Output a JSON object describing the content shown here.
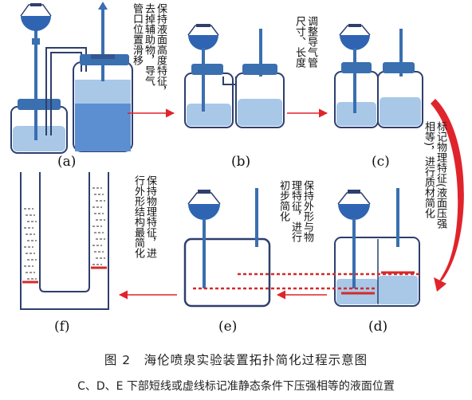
{
  "panels": {
    "a": "(a)",
    "b": "(b)",
    "c": "(c)",
    "d": "(d)",
    "e": "(e)",
    "f": "(f)"
  },
  "notes": {
    "a_to_b": [
      "保持液面高度特征，",
      "去掉辅助物，导气",
      "管口位置滑移"
    ],
    "b_to_c": [
      "调整导气管",
      "尺寸、长度"
    ],
    "c_to_d": [
      "标记物理特征(液面压强",
      "相等)，进行质材简化"
    ],
    "d_to_e": [
      "保持外形与物",
      "理特征，进行",
      "初步简化"
    ],
    "e_to_f": [
      "保持物理特征，进",
      "行外形结构最简化"
    ]
  },
  "caption": "图 2　海伦喷泉实验装置拓扑简化过程示意图",
  "footnote": "C、D、E 下部短线或虚线标记准静态条件下压强相等的液面位置",
  "colors": {
    "glass": "#2e3f6e",
    "water": "#a9c8e8",
    "water_deep": "#5b8fd1",
    "clamp": "#3a6fb0",
    "funnel": "#2f64b3",
    "arrow": "#e0242b"
  }
}
